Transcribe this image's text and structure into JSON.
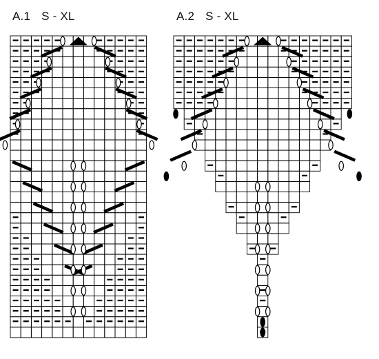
{
  "charts": [
    {
      "id": "A.1",
      "label": "A.1",
      "sizes": "S - XL",
      "rows": [
        "-----YNN-----",
        "-----o^o-----",
        "-----------",
        "----YK-JZ----",
        "---------",
        "---YK---JZ---",
        "-------",
        "--YK-----JZ--",
        "-----",
        "-YK-------JZ-",
        "---",
        "YK---------JZ",
        "",
        "",
        "",
        "",
        "",
        "",
        "",
        "",
        "",
        "",
        "",
        "",
        "",
        "",
        "",
        ""
      ]
    }
  ]
}
